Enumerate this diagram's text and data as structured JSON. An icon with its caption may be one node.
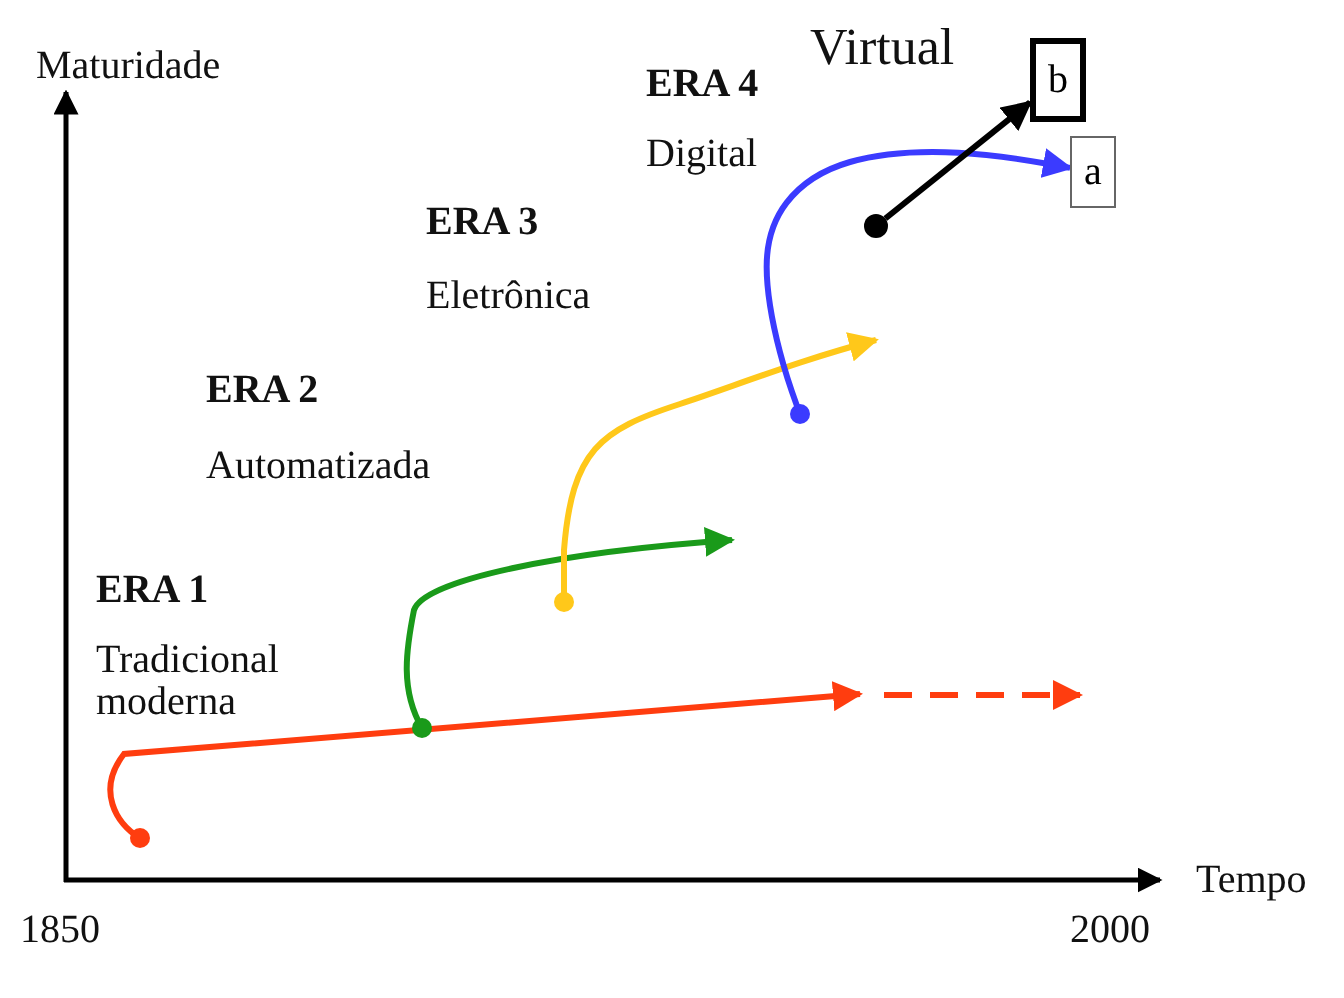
{
  "diagram": {
    "nodes": [
      {
        "text": [
          "a"
        ]
      },
      {
        "text": [
          "b"
        ]
      },
      {
        "text": [],
        "shape": "circle"
      }
    ],
    "edges": [
      {
        "from": null,
        "to": 0,
        "arrow": "to",
        "color": "#3b3bff"
      },
      {
        "from": 2,
        "to": 1,
        "arrow": "to",
        "color": "#000000"
      }
    ],
    "labels": [
      "Maturidade",
      "Virtual",
      "ERA 4",
      "Digital",
      "ERA 3",
      "Eletrônica",
      "ERA 2",
      "Automatizada",
      "ERA 1",
      "Tradicional moderna",
      "Tempo",
      "1850",
      "2000"
    ]
  }
}
